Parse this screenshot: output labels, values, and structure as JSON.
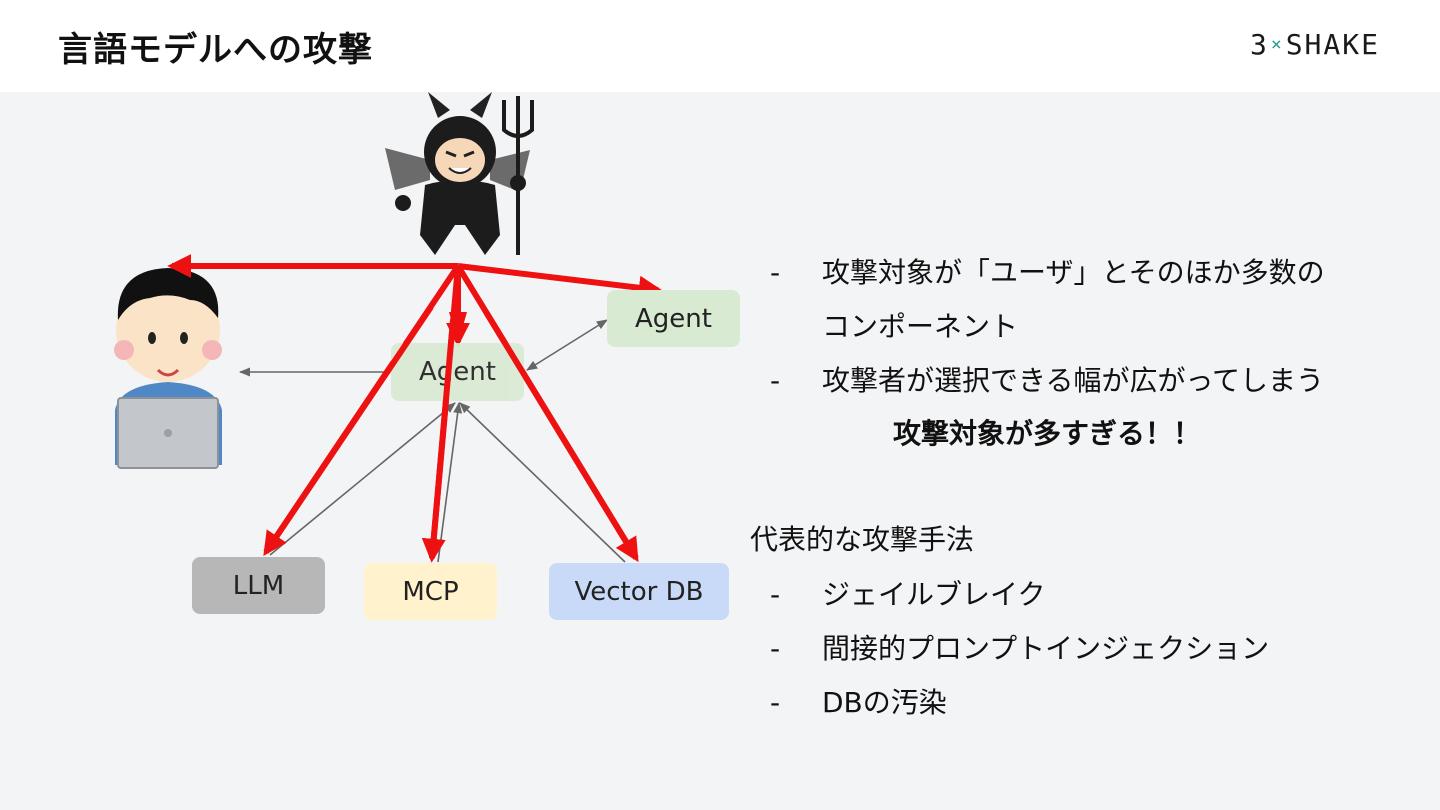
{
  "header": {
    "title": "言語モデルへの攻撃",
    "logo_main": "3",
    "logo_mark": "×",
    "logo_rest": "SHAKE"
  },
  "diagram": {
    "nodes": {
      "agent_top": "Agent",
      "agent_center": "Agent",
      "llm": "LLM",
      "mcp": "MCP",
      "vector_db": "Vector DB"
    },
    "colors": {
      "attack_arrow": "#ee1111",
      "link_arrow": "#666666",
      "agent_fill": "#d9ead3",
      "llm_fill": "#b7b7b7",
      "mcp_fill": "#fff2cc",
      "vectordb_fill": "#c9daf8"
    },
    "icons": {
      "attacker": "devil-icon",
      "user": "user-with-laptop-icon"
    }
  },
  "bullets": [
    {
      "dash": "-",
      "text": "攻撃対象が「ユーザ」とそのほか多数の"
    },
    {
      "dash": "",
      "text": "コンポーネント"
    },
    {
      "dash": "-",
      "text": "攻撃者が選択できる幅が広がってしまう"
    }
  ],
  "emphasis": "攻撃対象が多すぎる！！",
  "methods": {
    "title": "代表的な攻撃手法",
    "items": [
      {
        "dash": "-",
        "text": "ジェイルブレイク"
      },
      {
        "dash": "-",
        "text": "間接的プロンプトインジェクション"
      },
      {
        "dash": "-",
        "text": "DBの汚染"
      }
    ]
  }
}
